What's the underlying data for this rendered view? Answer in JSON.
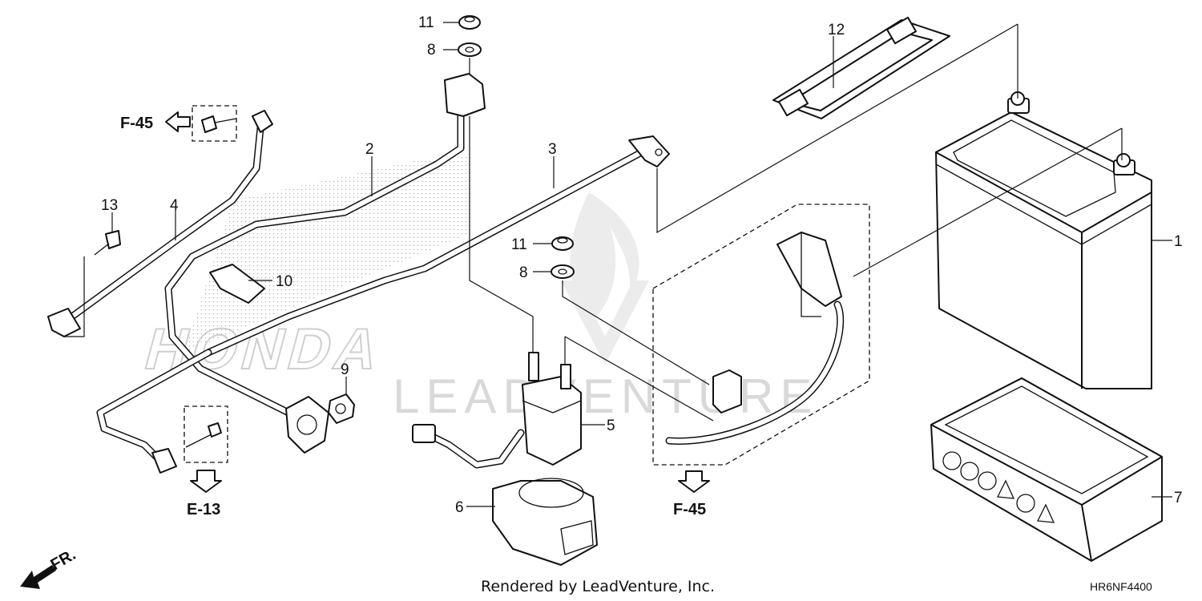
{
  "diagram": {
    "callouts": [
      "1",
      "2",
      "3",
      "4",
      "5",
      "6",
      "7",
      "8",
      "8",
      "9",
      "10",
      "11",
      "11",
      "12",
      "13"
    ],
    "references": {
      "f45_left": "F-45",
      "f45_bottom": "F-45",
      "e13": "E-13"
    },
    "direction_label": "FR.",
    "footer": "Rendered by LeadVenture, Inc.",
    "diagram_code": "HR6NF4400",
    "watermark": {
      "brand": "HONDA",
      "company": "LEADVENTURE"
    }
  }
}
